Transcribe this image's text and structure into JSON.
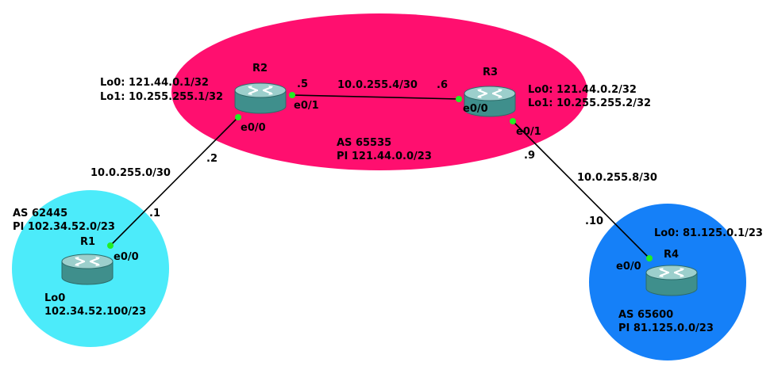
{
  "colors": {
    "as65535": "#ff0f6f",
    "as62445": "#4cebfa",
    "as65600": "#1580f8",
    "link": "#000000",
    "port": "#22ee22",
    "router_body": "#3f8f8c",
    "router_top": "#8fc7c4"
  },
  "areas": {
    "as65535": {
      "as": "AS 65535",
      "pi": "PI 121.44.0.0/23"
    },
    "as62445": {
      "as": "AS 62445",
      "pi": "PI 102.34.52.0/23"
    },
    "as65600": {
      "as": "AS 65600",
      "pi": "PI 81.125.0.0/23"
    }
  },
  "routers": {
    "r1": {
      "name": "R1",
      "lo_title": "Lo0",
      "lo_value": "102.34.52.100/23"
    },
    "r2": {
      "name": "R2",
      "lo0": "Lo0: 121.44.0.1/32",
      "lo1": "Lo1: 10.255.255.1/32"
    },
    "r3": {
      "name": "R3",
      "lo0": "Lo0: 121.44.0.2/32",
      "lo1": "Lo1: 10.255.255.2/32"
    },
    "r4": {
      "name": "R4",
      "lo0": "Lo0: 81.125.0.1/23"
    }
  },
  "links": {
    "r1_r2": {
      "subnet": "10.0.255.0/30",
      "r1_host": ".1",
      "r2_host": ".2",
      "r1_if": "e0/0",
      "r2_if": "e0/0"
    },
    "r2_r3": {
      "subnet": "10.0.255.4/30",
      "r2_host": ".5",
      "r3_host": ".6",
      "r2_if": "e0/1",
      "r3_if": "e0/0"
    },
    "r3_r4": {
      "subnet": "10.0.255.8/30",
      "r3_host": ".9",
      "r4_host": ".10",
      "r3_if": "e0/1",
      "r4_if": "e0/0"
    }
  }
}
